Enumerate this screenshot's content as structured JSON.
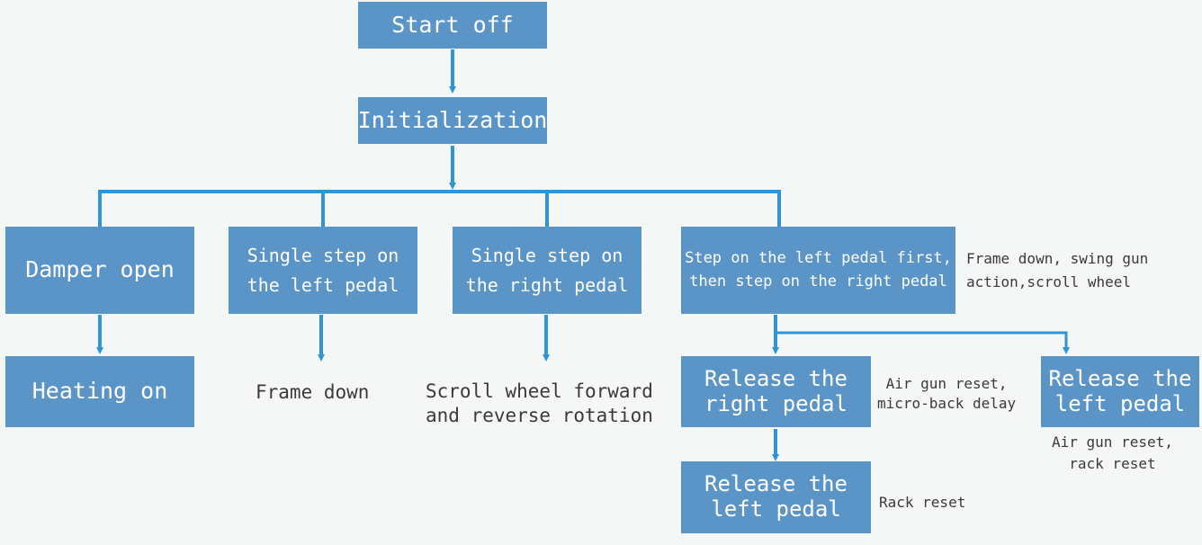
{
  "colors": {
    "box": "#5b95c8",
    "line": "#2f95d3",
    "text_on_box": "#ffffff",
    "note_text": "#3a3a3a",
    "background": "#f5f7f7"
  },
  "nodes": {
    "start": [
      "Start off"
    ],
    "init": [
      "Initialization"
    ],
    "damper": [
      "Damper open"
    ],
    "heating": [
      "Heating on"
    ],
    "left_single": [
      "Single step on",
      "the left pedal"
    ],
    "right_single": [
      "Single step on",
      "the right pedal"
    ],
    "both_pedals": [
      "Step on the left pedal first,",
      "then step on the right pedal"
    ],
    "release_right": [
      "Release the",
      "right pedal"
    ],
    "release_left_a": [
      "Release the",
      "left pedal"
    ],
    "release_left_b": [
      "Release the",
      "left pedal"
    ]
  },
  "notes": {
    "frame_down": [
      "Frame down"
    ],
    "scroll_wheel": [
      "Scroll wheel forward",
      "and reverse rotation"
    ],
    "frame_swing": [
      "Frame down, swing gun",
      "action,scroll wheel"
    ],
    "air_gun_micro": [
      "Air gun reset,",
      "micro-back delay"
    ],
    "air_gun_rack": [
      "Air gun reset,",
      "rack reset"
    ],
    "rack_reset": [
      "Rack reset"
    ]
  }
}
